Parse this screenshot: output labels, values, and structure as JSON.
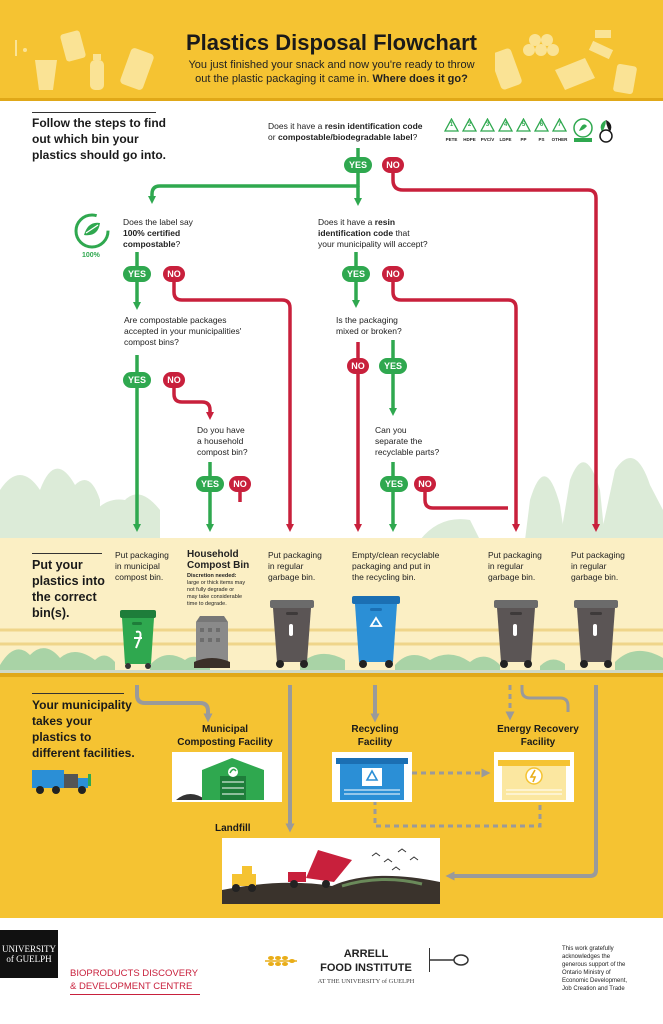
{
  "header": {
    "title": "Plastics Disposal Flowchart",
    "subtitle_1": "You just finished your snack and now you're ready to throw",
    "subtitle_2": "out the plastic packaging it came in.",
    "subtitle_3": "Where does it go?"
  },
  "steps": {
    "follow": [
      "Follow the steps to find",
      "out which bin your",
      "plastics should go into."
    ],
    "put": [
      "Put your",
      "plastics into",
      "the correct",
      "bin(s)."
    ],
    "municipality": [
      "Your municipality",
      "takes your",
      "plastics to",
      "different facilities."
    ]
  },
  "questions": {
    "q1_a": "Does it have a",
    "q1_b": "resin identification code",
    "q1_c": "or",
    "q1_d": "compostable/biodegradable label",
    "q1_e": "?",
    "q2_a": "Does the label say",
    "q2_b": "100% certified",
    "q2_c": "compostable",
    "q2_d": "?",
    "q3_a": "Does it have a",
    "q3_b": "resin",
    "q3_c": "identification code",
    "q3_d": "that",
    "q3_e": "your municipality will accept?",
    "q4": [
      "Are compostable packages",
      "accepted in your municipalities'",
      "compost bins?"
    ],
    "q5": [
      "Is the packaging",
      "mixed or broken?"
    ],
    "q6": [
      "Do you have",
      "a household",
      "compost bin?"
    ],
    "q7": [
      "Can you",
      "separate the",
      "recyclable parts?"
    ]
  },
  "labels": {
    "yes": "YES",
    "no": "NO",
    "cert": "100%"
  },
  "resin_codes": [
    "PETE",
    "HDPE",
    "PVC/V",
    "LDPE",
    "PP",
    "PS",
    "OTHER"
  ],
  "resin_numbers": [
    "1",
    "2",
    "3",
    "4",
    "5",
    "6",
    "7"
  ],
  "destinations": {
    "d1": [
      "Put packaging",
      "in municipal",
      "compost bin."
    ],
    "d2_title": [
      "Household",
      "Compost Bin"
    ],
    "d2_note_title": "Discretion needed:",
    "d2_note": [
      "large or thick items may",
      "not fully degrade or",
      "may take considerable",
      "time to degrade."
    ],
    "d3": [
      "Put packaging",
      "in regular",
      "garbage bin."
    ],
    "d4": [
      "Empty/clean recyclable",
      "packaging and put in",
      "the recycling bin."
    ],
    "d5": [
      "Put packaging",
      "in regular",
      "garbage bin."
    ],
    "d6": [
      "Put packaging",
      "in regular",
      "garbage bin."
    ]
  },
  "facilities": {
    "composting": [
      "Municipal",
      "Composting Facility"
    ],
    "recycling": [
      "Recycling",
      "Facility"
    ],
    "energy": [
      "Energy Recovery",
      "Facility"
    ],
    "landfill": "Landfill"
  },
  "footer": {
    "uog": [
      "UNIVERSITY",
      "of GUELPH"
    ],
    "bdc": [
      "BIOPRODUCTS DISCOVERY",
      "& DEVELOPMENT CENTRE"
    ],
    "arrell_1": "ARRELL",
    "arrell_2": "FOOD INSTITUTE",
    "arrell_3": "AT THE UNIVERSITY of GUELPH",
    "ack": [
      "This work gratefully",
      "acknowledges the",
      "generous support of the",
      "Ontario Ministry of",
      "Economic Development,",
      "Job Creation and Trade"
    ]
  },
  "colors": {
    "yellow": "#f5c332",
    "dark_yellow": "#e9ad18",
    "green": "#2fa84f",
    "red": "#c8203c",
    "gray_arrow": "#9a9a9a",
    "light_band": "#fbefc4"
  }
}
